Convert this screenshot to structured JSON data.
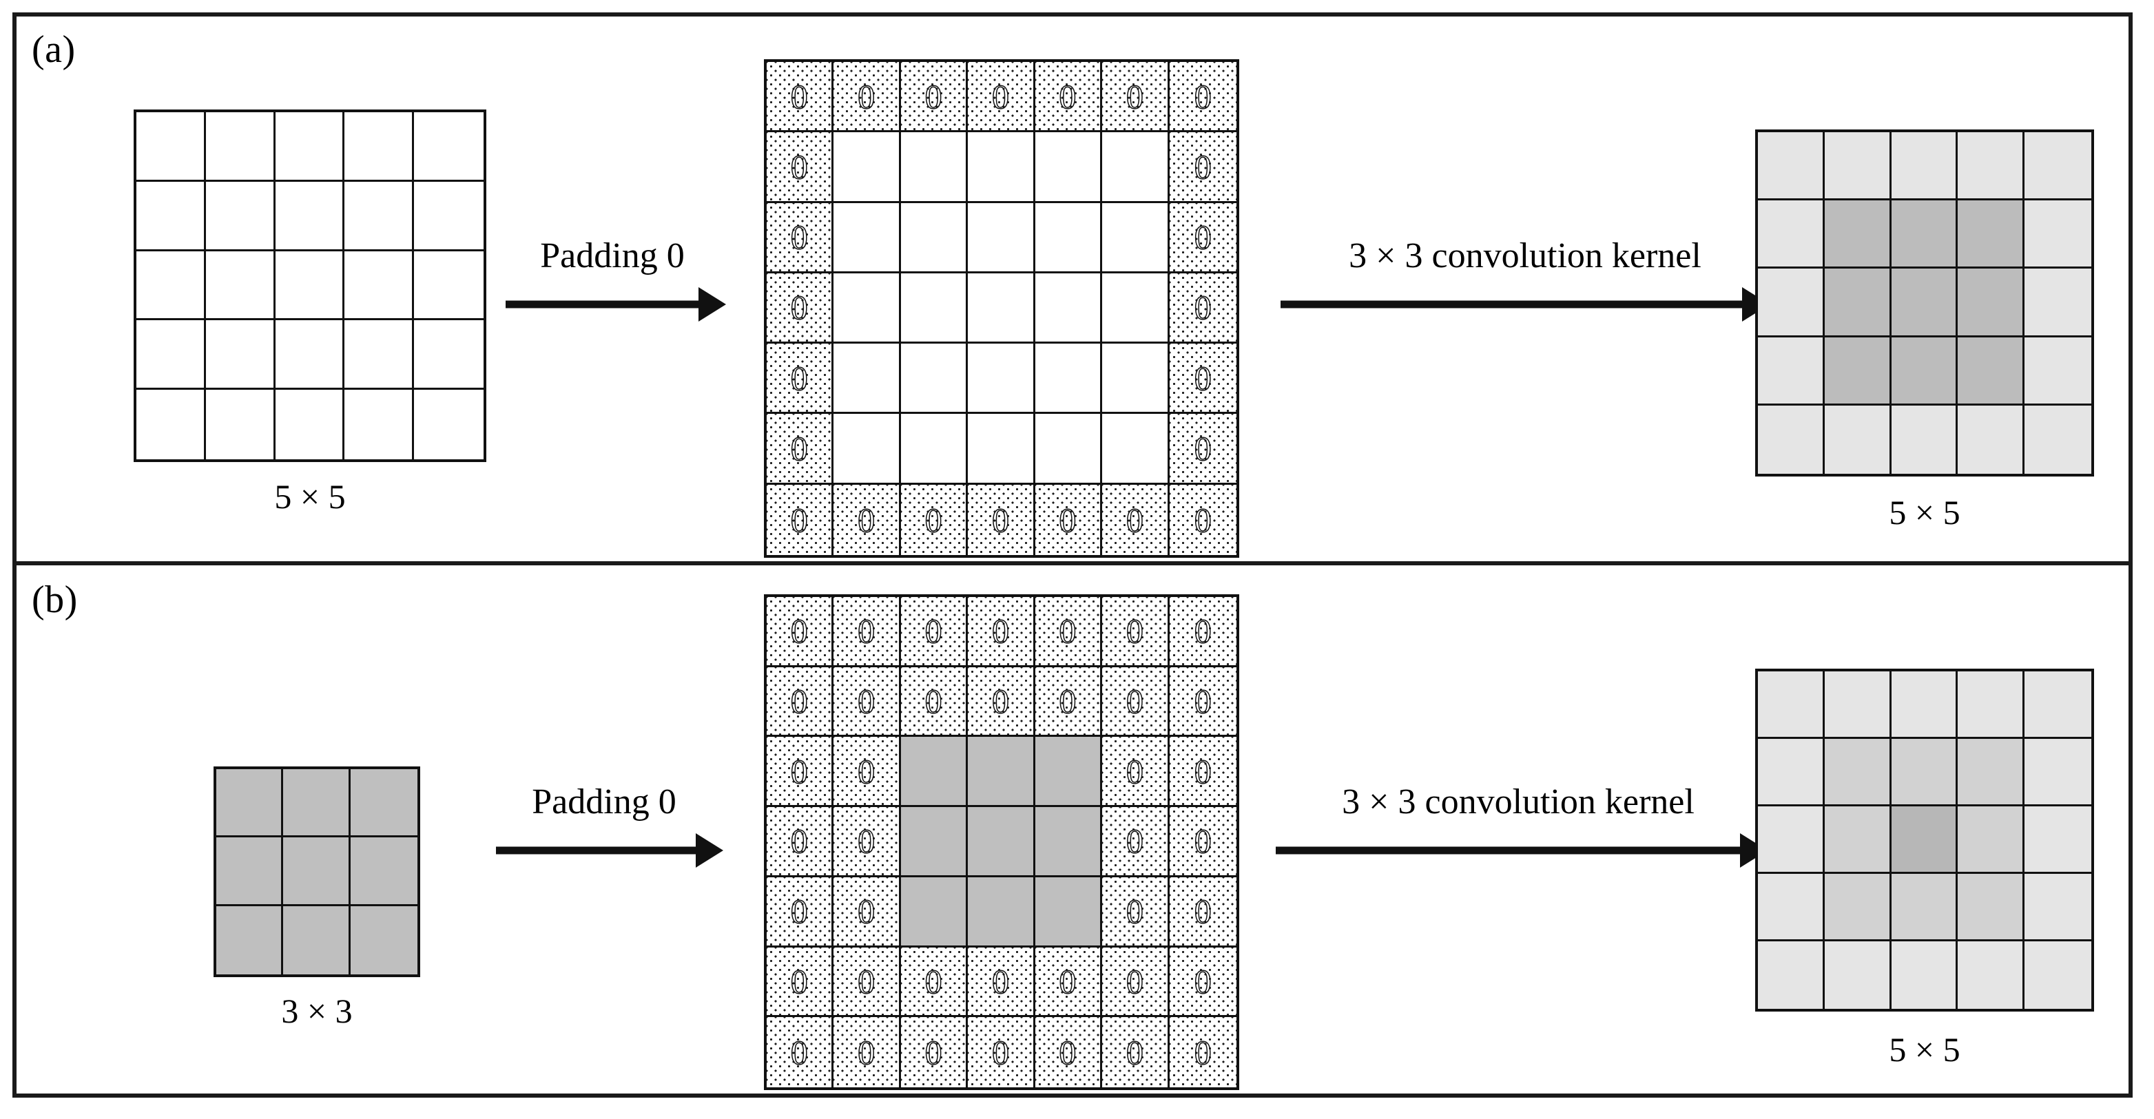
{
  "figure": {
    "title": "Zero padding convolution illustration",
    "panels": [
      {
        "id": "a",
        "label": "(a)",
        "input": {
          "caption": "5 × 5",
          "rows": 5,
          "cols": 5,
          "fills": [
            [
              "white",
              "white",
              "white",
              "white",
              "white"
            ],
            [
              "white",
              "white",
              "white",
              "white",
              "white"
            ],
            [
              "white",
              "white",
              "white",
              "white",
              "white"
            ],
            [
              "white",
              "white",
              "white",
              "white",
              "white"
            ],
            [
              "white",
              "white",
              "white",
              "white",
              "white"
            ]
          ],
          "values": [
            [
              "",
              "",
              "",
              "",
              ""
            ],
            [
              "",
              "",
              "",
              "",
              ""
            ],
            [
              "",
              "",
              "",
              "",
              ""
            ],
            [
              "",
              "",
              "",
              "",
              ""
            ],
            [
              "",
              "",
              "",
              "",
              ""
            ]
          ]
        },
        "arrow1": {
          "label": "Padding 0"
        },
        "padded": {
          "rows": 7,
          "cols": 7,
          "fills": [
            [
              "dot",
              "dot",
              "dot",
              "dot",
              "dot",
              "dot",
              "dot"
            ],
            [
              "dot",
              "white",
              "white",
              "white",
              "white",
              "white",
              "dot"
            ],
            [
              "dot",
              "white",
              "white",
              "white",
              "white",
              "white",
              "dot"
            ],
            [
              "dot",
              "white",
              "white",
              "white",
              "white",
              "white",
              "dot"
            ],
            [
              "dot",
              "white",
              "white",
              "white",
              "white",
              "white",
              "dot"
            ],
            [
              "dot",
              "white",
              "white",
              "white",
              "white",
              "white",
              "dot"
            ],
            [
              "dot",
              "dot",
              "dot",
              "dot",
              "dot",
              "dot",
              "dot"
            ]
          ],
          "values": [
            [
              "0",
              "0",
              "0",
              "0",
              "0",
              "0",
              "0"
            ],
            [
              "0",
              "",
              "",
              "",
              "",
              "",
              "0"
            ],
            [
              "0",
              "",
              "",
              "",
              "",
              "",
              "0"
            ],
            [
              "0",
              "",
              "",
              "",
              "",
              "",
              "0"
            ],
            [
              "0",
              "",
              "",
              "",
              "",
              "",
              "0"
            ],
            [
              "0",
              "",
              "",
              "",
              "",
              "",
              "0"
            ],
            [
              "0",
              "0",
              "0",
              "0",
              "0",
              "0",
              "0"
            ]
          ]
        },
        "arrow2": {
          "label": "3 × 3 convolution kernel"
        },
        "output": {
          "caption": "5 × 5",
          "rows": 5,
          "cols": 5,
          "fills": [
            [
              "light",
              "light",
              "light",
              "light",
              "light"
            ],
            [
              "light",
              "dark",
              "dark",
              "dark",
              "light"
            ],
            [
              "light",
              "dark",
              "dark",
              "dark",
              "light"
            ],
            [
              "light",
              "dark",
              "dark",
              "dark",
              "light"
            ],
            [
              "light",
              "light",
              "light",
              "light",
              "light"
            ]
          ],
          "values": [
            [
              "",
              "",
              "",
              "",
              ""
            ],
            [
              "",
              "",
              "",
              "",
              ""
            ],
            [
              "",
              "",
              "",
              "",
              ""
            ],
            [
              "",
              "",
              "",
              "",
              ""
            ],
            [
              "",
              "",
              "",
              "",
              ""
            ]
          ]
        }
      },
      {
        "id": "b",
        "label": "(b)",
        "input": {
          "caption": "3 × 3",
          "rows": 3,
          "cols": 3,
          "fills": [
            [
              "gray",
              "gray",
              "gray"
            ],
            [
              "gray",
              "gray",
              "gray"
            ],
            [
              "gray",
              "gray",
              "gray"
            ]
          ],
          "values": [
            [
              "",
              "",
              ""
            ],
            [
              "",
              "",
              ""
            ],
            [
              "",
              "",
              ""
            ]
          ]
        },
        "arrow1": {
          "label": "Padding 0"
        },
        "padded": {
          "rows": 7,
          "cols": 7,
          "fills": [
            [
              "dot",
              "dot",
              "dot",
              "dot",
              "dot",
              "dot",
              "dot"
            ],
            [
              "dot",
              "dot",
              "dot",
              "dot",
              "dot",
              "dot",
              "dot"
            ],
            [
              "dot",
              "dot",
              "gray",
              "gray",
              "gray",
              "dot",
              "dot"
            ],
            [
              "dot",
              "dot",
              "gray",
              "gray",
              "gray",
              "dot",
              "dot"
            ],
            [
              "dot",
              "dot",
              "gray",
              "gray",
              "gray",
              "dot",
              "dot"
            ],
            [
              "dot",
              "dot",
              "dot",
              "dot",
              "dot",
              "dot",
              "dot"
            ],
            [
              "dot",
              "dot",
              "dot",
              "dot",
              "dot",
              "dot",
              "dot"
            ]
          ],
          "values": [
            [
              "0",
              "0",
              "0",
              "0",
              "0",
              "0",
              "0"
            ],
            [
              "0",
              "0",
              "0",
              "0",
              "0",
              "0",
              "0"
            ],
            [
              "0",
              "0",
              "",
              "",
              "",
              "0",
              "0"
            ],
            [
              "0",
              "0",
              "",
              "",
              "",
              "0",
              "0"
            ],
            [
              "0",
              "0",
              "",
              "",
              "",
              "0",
              "0"
            ],
            [
              "0",
              "0",
              "0",
              "0",
              "0",
              "0",
              "0"
            ],
            [
              "0",
              "0",
              "0",
              "0",
              "0",
              "0",
              "0"
            ]
          ]
        },
        "arrow2": {
          "label": "3 × 3 convolution kernel"
        },
        "output": {
          "caption": "5 × 5",
          "rows": 5,
          "cols": 5,
          "fills": [
            [
              "light",
              "light",
              "light",
              "light",
              "light"
            ],
            [
              "light",
              "mid",
              "mid",
              "mid",
              "light"
            ],
            [
              "light",
              "mid",
              "darker",
              "mid",
              "light"
            ],
            [
              "light",
              "mid",
              "mid",
              "mid",
              "light"
            ],
            [
              "light",
              "light",
              "light",
              "light",
              "light"
            ]
          ],
          "values": [
            [
              "",
              "",
              "",
              "",
              ""
            ],
            [
              "",
              "",
              "",
              "",
              ""
            ],
            [
              "",
              "",
              "",
              "",
              ""
            ],
            [
              "",
              "",
              "",
              "",
              ""
            ],
            [
              "",
              "",
              "",
              "",
              ""
            ]
          ]
        }
      }
    ],
    "colors": {
      "stroke": "#111111",
      "gray": "#bfbfbf",
      "light": "#e5e5e5",
      "mid": "#d2d2d2",
      "dark": "#bcbcbc",
      "darker": "#b7b7b7"
    }
  }
}
